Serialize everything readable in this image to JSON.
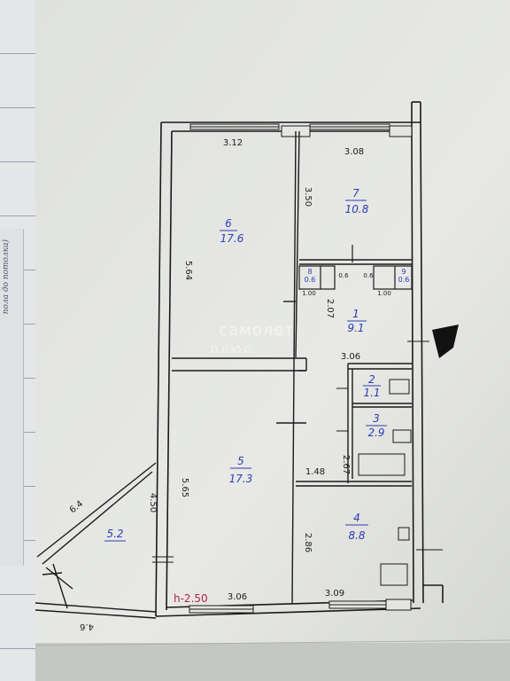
{
  "watermark": {
    "brand": "самолет",
    "sub": "ПЛЮС"
  },
  "height_label": "h-2.50",
  "side_tab": "пола до потолка)",
  "rooms": [
    {
      "id": "room-6",
      "number": "6",
      "area": "17.6"
    },
    {
      "id": "room-7",
      "number": "7",
      "area": "10.8"
    },
    {
      "id": "room-1",
      "number": "1",
      "area": "9.1"
    },
    {
      "id": "room-2",
      "number": "2",
      "area": "1.1"
    },
    {
      "id": "room-3",
      "number": "3",
      "area": "2.9"
    },
    {
      "id": "room-5",
      "number": "5",
      "area": "17.3"
    },
    {
      "id": "room-4",
      "number": "4",
      "area": "8.8"
    },
    {
      "id": "closet-8",
      "number": "8",
      "area": "0.6"
    },
    {
      "id": "closet-9",
      "number": "9",
      "area": "0.6"
    }
  ],
  "balcony": {
    "area": "5.2"
  },
  "dimensions": {
    "top_left_width": "3.12",
    "top_right_width": "3.08",
    "room6_height": "5.64",
    "room7_height": "3.50",
    "hall_height": "2.07",
    "hall_width": "3.06",
    "room5_height": "5.65",
    "balcony_depth": "4.50",
    "bath_height": "2.67",
    "bath_offset": "1.48",
    "room4_height": "2.86",
    "bottom_left_width": "3.06",
    "bottom_right_width": "3.09",
    "balcony_diag": "6.4",
    "balcony_bottom": "4.6",
    "closet_w_a": "1.00",
    "closet_w_b": "1.00",
    "closet_d_a": "0.6",
    "closet_d_b": "0.6"
  }
}
